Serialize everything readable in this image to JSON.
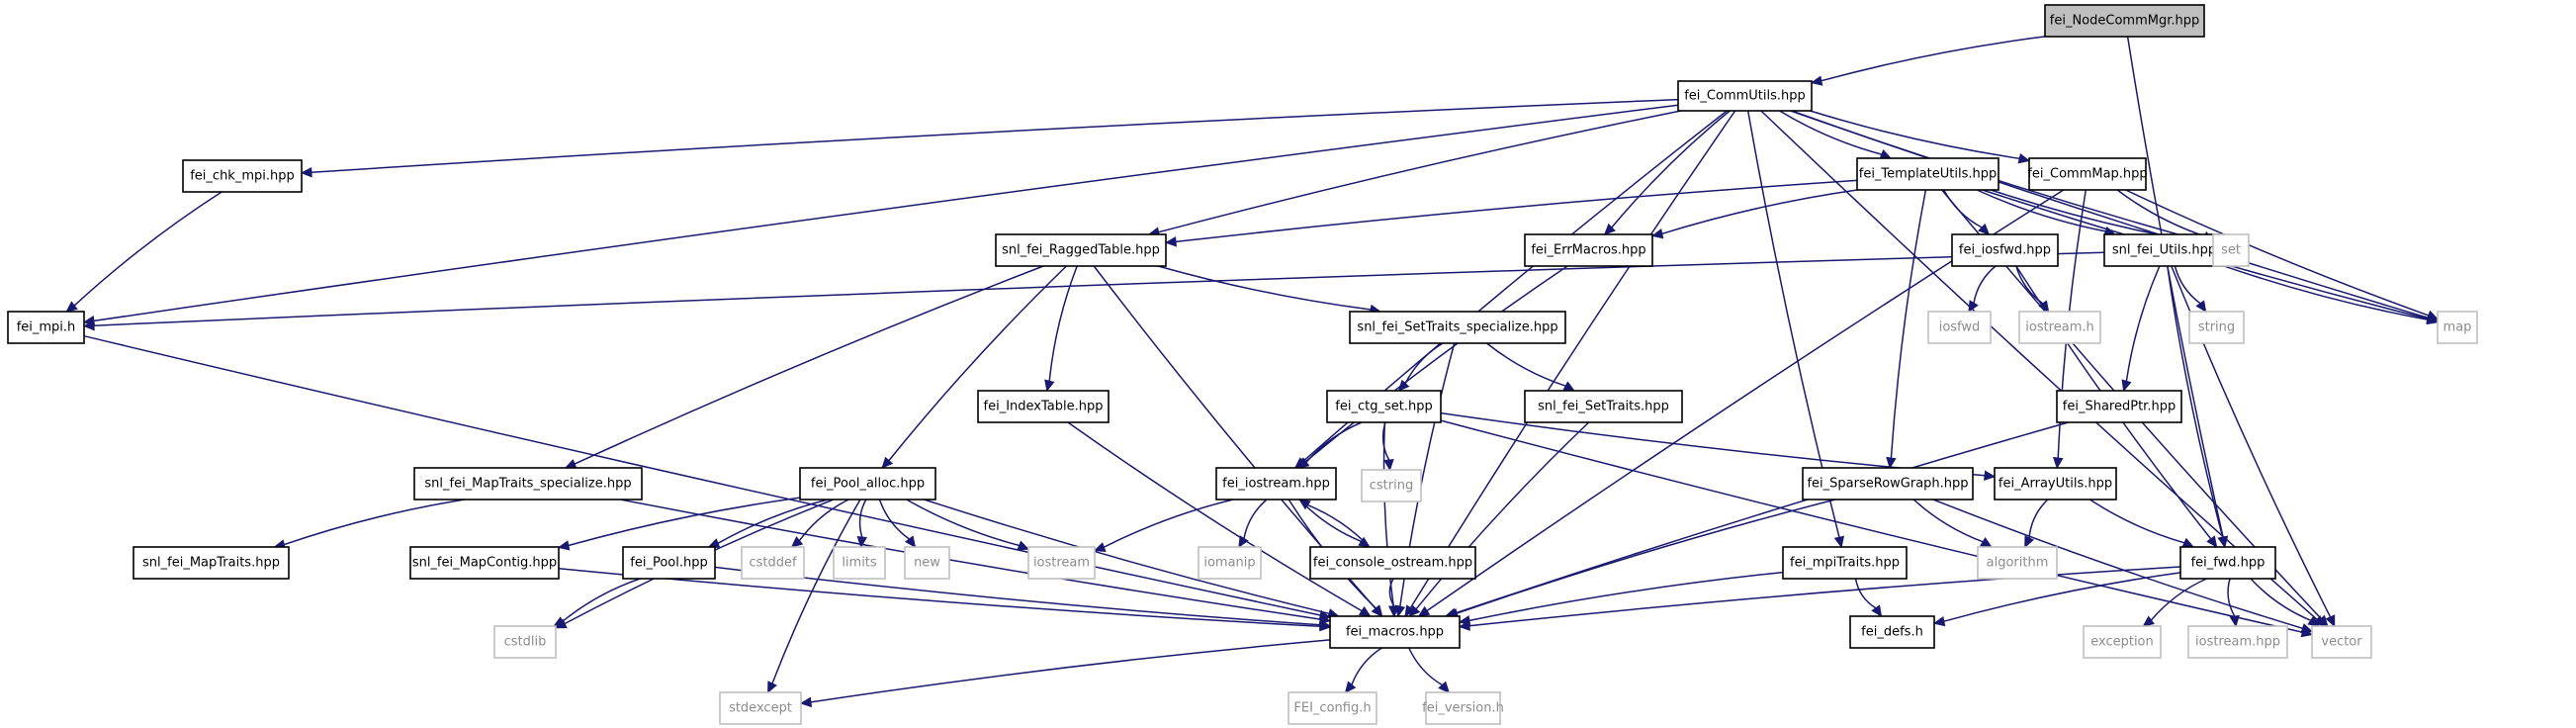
{
  "diagram": {
    "type": "include-dependency-graph",
    "colors": {
      "edge": "#191970",
      "root_fill": "#bfbfbf",
      "project_border": "#000000",
      "system_border": "#bfbfbf",
      "system_text": "#8c8c8c"
    },
    "nodes": [
      {
        "id": "root",
        "label": "fei_NodeCommMgr.hpp",
        "kind": "root"
      },
      {
        "id": "commutils",
        "label": "fei_CommUtils.hpp",
        "kind": "project"
      },
      {
        "id": "chkmpi",
        "label": "fei_chk_mpi.hpp",
        "kind": "project"
      },
      {
        "id": "templateutils",
        "label": "fei_TemplateUtils.hpp",
        "kind": "project"
      },
      {
        "id": "commmap",
        "label": "fei_CommMap.hpp",
        "kind": "project"
      },
      {
        "id": "raggedtable",
        "label": "snl_fei_RaggedTable.hpp",
        "kind": "project"
      },
      {
        "id": "errmacros",
        "label": "fei_ErrMacros.hpp",
        "kind": "project"
      },
      {
        "id": "iosfwdhpp",
        "label": "fei_iosfwd.hpp",
        "kind": "project"
      },
      {
        "id": "snlutils",
        "label": "snl_fei_Utils.hpp",
        "kind": "project"
      },
      {
        "id": "set",
        "label": "set",
        "kind": "system"
      },
      {
        "id": "map",
        "label": "map",
        "kind": "system"
      },
      {
        "id": "feimpi",
        "label": "fei_mpi.h",
        "kind": "project"
      },
      {
        "id": "settraitsspec",
        "label": "snl_fei_SetTraits_specialize.hpp",
        "kind": "project"
      },
      {
        "id": "iosfwd",
        "label": "iosfwd",
        "kind": "system"
      },
      {
        "id": "iostreamh",
        "label": "iostream.h",
        "kind": "system"
      },
      {
        "id": "string",
        "label": "string",
        "kind": "system"
      },
      {
        "id": "indextable",
        "label": "fei_IndexTable.hpp",
        "kind": "project"
      },
      {
        "id": "ctgset",
        "label": "fei_ctg_set.hpp",
        "kind": "project"
      },
      {
        "id": "settraits",
        "label": "snl_fei_SetTraits.hpp",
        "kind": "project"
      },
      {
        "id": "sharedptr",
        "label": "fei_SharedPtr.hpp",
        "kind": "project"
      },
      {
        "id": "cstring",
        "label": "cstring",
        "kind": "system"
      },
      {
        "id": "maptraitsspec",
        "label": "snl_fei_MapTraits_specialize.hpp",
        "kind": "project"
      },
      {
        "id": "poolalloc",
        "label": "fei_Pool_alloc.hpp",
        "kind": "project"
      },
      {
        "id": "feiiostream",
        "label": "fei_iostream.hpp",
        "kind": "project"
      },
      {
        "id": "sparserowgraph",
        "label": "fei_SparseRowGraph.hpp",
        "kind": "project"
      },
      {
        "id": "arrayutils",
        "label": "fei_ArrayUtils.hpp",
        "kind": "project"
      },
      {
        "id": "maptraits",
        "label": "snl_fei_MapTraits.hpp",
        "kind": "project"
      },
      {
        "id": "mapcontig",
        "label": "snl_fei_MapContig.hpp",
        "kind": "project"
      },
      {
        "id": "pool",
        "label": "fei_Pool.hpp",
        "kind": "project"
      },
      {
        "id": "cstddef",
        "label": "cstddef",
        "kind": "system"
      },
      {
        "id": "limits",
        "label": "limits",
        "kind": "system"
      },
      {
        "id": "new",
        "label": "new",
        "kind": "system"
      },
      {
        "id": "iostream",
        "label": "iostream",
        "kind": "system"
      },
      {
        "id": "iomanip",
        "label": "iomanip",
        "kind": "system"
      },
      {
        "id": "consoleostream",
        "label": "fei_console_ostream.hpp",
        "kind": "project"
      },
      {
        "id": "mpitraits",
        "label": "fei_mpiTraits.hpp",
        "kind": "project"
      },
      {
        "id": "algorithm",
        "label": "algorithm",
        "kind": "system"
      },
      {
        "id": "feifwd",
        "label": "fei_fwd.hpp",
        "kind": "project"
      },
      {
        "id": "cstdlib",
        "label": "cstdlib",
        "kind": "system"
      },
      {
        "id": "exception",
        "label": "exception",
        "kind": "system"
      },
      {
        "id": "iostreamhpp",
        "label": "iostream.hpp",
        "kind": "system"
      },
      {
        "id": "vector",
        "label": "vector",
        "kind": "system"
      },
      {
        "id": "macros",
        "label": "fei_macros.hpp",
        "kind": "project"
      },
      {
        "id": "defs",
        "label": "fei_defs.h",
        "kind": "project"
      },
      {
        "id": "stdexcept",
        "label": "stdexcept",
        "kind": "system"
      },
      {
        "id": "feiconfig",
        "label": "FEI_config.h",
        "kind": "system"
      },
      {
        "id": "version",
        "label": "fei_version.h",
        "kind": "system"
      }
    ],
    "edges": [
      [
        "root",
        "commutils"
      ],
      [
        "root",
        "feifwd"
      ],
      [
        "commutils",
        "chkmpi"
      ],
      [
        "commutils",
        "feimpi"
      ],
      [
        "commutils",
        "raggedtable"
      ],
      [
        "commutils",
        "feiiostream"
      ],
      [
        "commutils",
        "errmacros"
      ],
      [
        "commutils",
        "templateutils"
      ],
      [
        "commutils",
        "commmap"
      ],
      [
        "commutils",
        "mpitraits"
      ],
      [
        "commutils",
        "macros"
      ],
      [
        "commutils",
        "set"
      ],
      [
        "commutils",
        "map"
      ],
      [
        "commutils",
        "vector"
      ],
      [
        "chkmpi",
        "feimpi"
      ],
      [
        "feimpi",
        "macros"
      ],
      [
        "templateutils",
        "raggedtable"
      ],
      [
        "templateutils",
        "errmacros"
      ],
      [
        "templateutils",
        "iosfwdhpp"
      ],
      [
        "templateutils",
        "snlutils"
      ],
      [
        "templateutils",
        "sparserowgraph"
      ],
      [
        "templateutils",
        "set"
      ],
      [
        "templateutils",
        "map"
      ],
      [
        "templateutils",
        "vector"
      ],
      [
        "commmap",
        "arrayutils"
      ],
      [
        "commmap",
        "macros"
      ],
      [
        "commmap",
        "set"
      ],
      [
        "commmap",
        "map"
      ],
      [
        "raggedtable",
        "macros"
      ],
      [
        "raggedtable",
        "settraitsspec"
      ],
      [
        "raggedtable",
        "indextable"
      ],
      [
        "raggedtable",
        "maptraitsspec"
      ],
      [
        "raggedtable",
        "poolalloc"
      ],
      [
        "errmacros",
        "feiiostream"
      ],
      [
        "iosfwdhpp",
        "iosfwd"
      ],
      [
        "iosfwdhpp",
        "iostreamh"
      ],
      [
        "iosfwdhpp",
        "feifwd"
      ],
      [
        "snlutils",
        "feimpi"
      ],
      [
        "snlutils",
        "string"
      ],
      [
        "snlutils",
        "map"
      ],
      [
        "snlutils",
        "sharedptr"
      ],
      [
        "snlutils",
        "feifwd"
      ],
      [
        "snlutils",
        "vector"
      ],
      [
        "settraitsspec",
        "ctgset"
      ],
      [
        "settraitsspec",
        "settraits"
      ],
      [
        "settraitsspec",
        "macros"
      ],
      [
        "indextable",
        "macros"
      ],
      [
        "ctgset",
        "feiiostream"
      ],
      [
        "ctgset",
        "cstring"
      ],
      [
        "ctgset",
        "macros"
      ],
      [
        "ctgset",
        "arrayutils"
      ],
      [
        "ctgset",
        "vector"
      ],
      [
        "settraits",
        "macros"
      ],
      [
        "sharedptr",
        "macros"
      ],
      [
        "maptraitsspec",
        "maptraits"
      ],
      [
        "maptraitsspec",
        "macros"
      ],
      [
        "poolalloc",
        "mapcontig"
      ],
      [
        "poolalloc",
        "pool"
      ],
      [
        "poolalloc",
        "cstddef"
      ],
      [
        "poolalloc",
        "limits"
      ],
      [
        "poolalloc",
        "new"
      ],
      [
        "poolalloc",
        "iostream"
      ],
      [
        "poolalloc",
        "macros"
      ],
      [
        "poolalloc",
        "cstdlib"
      ],
      [
        "poolalloc",
        "stdexcept"
      ],
      [
        "feiiostream",
        "iostream"
      ],
      [
        "feiiostream",
        "iomanip"
      ],
      [
        "feiiostream",
        "consoleostream"
      ],
      [
        "feiiostream",
        "macros"
      ],
      [
        "consoleostream",
        "feiiostream"
      ],
      [
        "consoleostream",
        "macros"
      ],
      [
        "sparserowgraph",
        "macros"
      ],
      [
        "sparserowgraph",
        "algorithm"
      ],
      [
        "sparserowgraph",
        "vector"
      ],
      [
        "arrayutils",
        "algorithm"
      ],
      [
        "arrayutils",
        "feifwd"
      ],
      [
        "mapcontig",
        "macros"
      ],
      [
        "pool",
        "macros"
      ],
      [
        "pool",
        "cstdlib"
      ],
      [
        "mpitraits",
        "macros"
      ],
      [
        "mpitraits",
        "defs"
      ],
      [
        "feifwd",
        "macros"
      ],
      [
        "feifwd",
        "defs"
      ],
      [
        "feifwd",
        "exception"
      ],
      [
        "feifwd",
        "iostreamhpp"
      ],
      [
        "feifwd",
        "vector"
      ],
      [
        "macros",
        "stdexcept"
      ],
      [
        "macros",
        "feiconfig"
      ],
      [
        "macros",
        "version"
      ]
    ]
  }
}
